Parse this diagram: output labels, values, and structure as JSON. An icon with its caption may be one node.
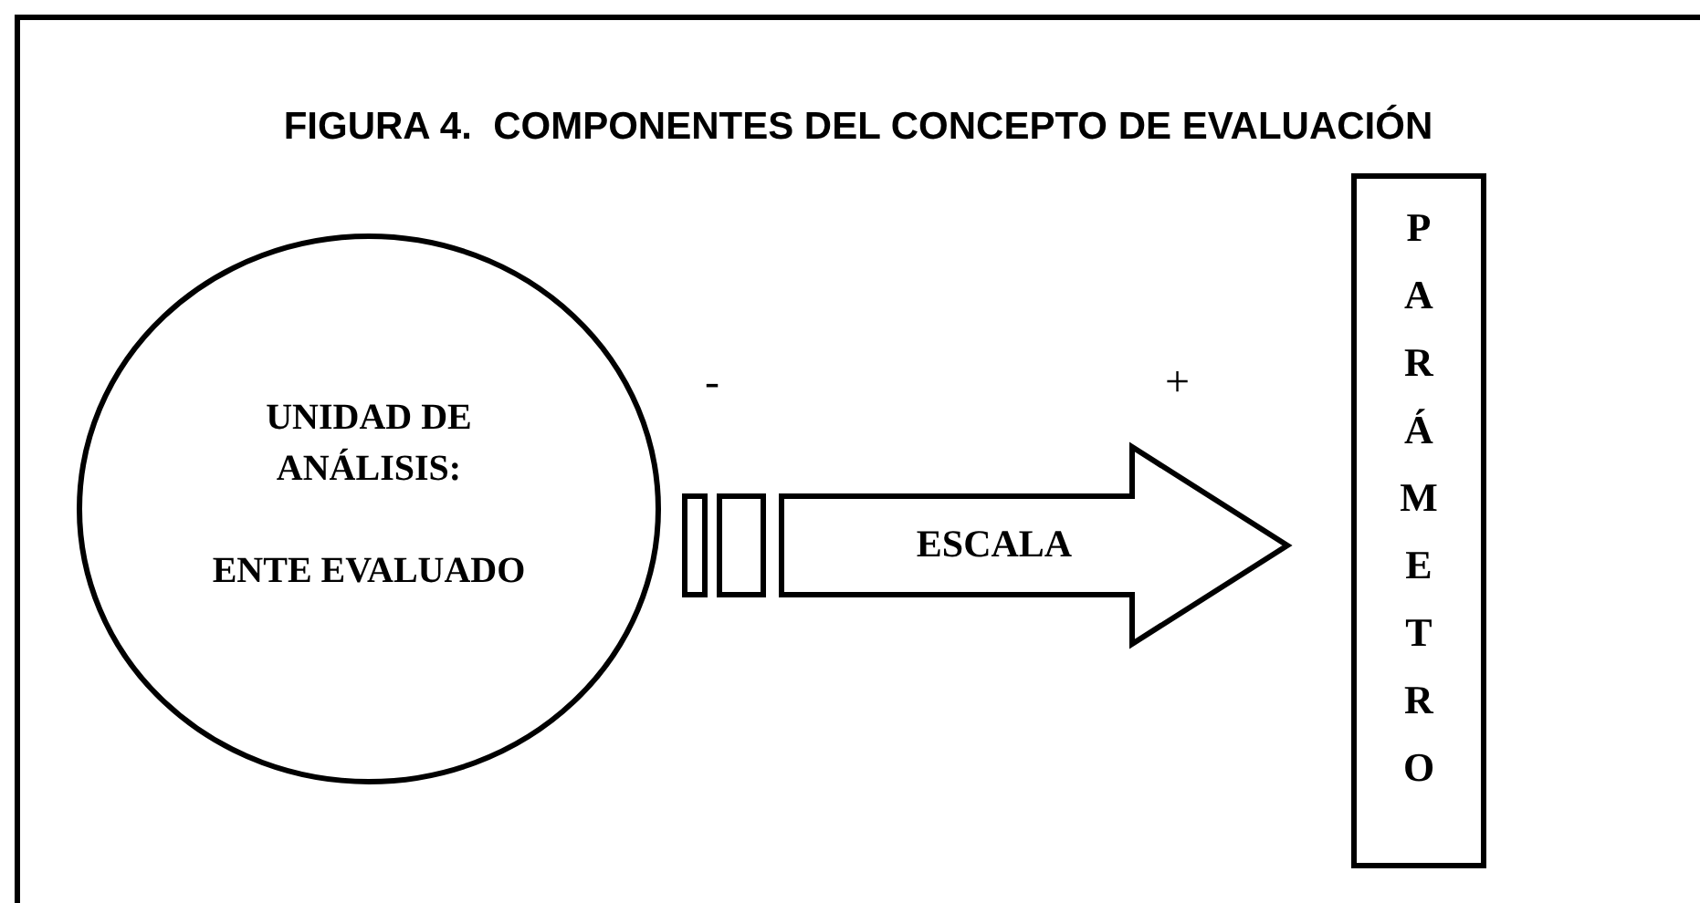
{
  "diagram": {
    "title": "FIGURA 4.  COMPONENTES DEL CONCEPTO DE EVALUACIÓN",
    "nodes": [
      {
        "text": [
          "UNIDAD DE ANÁLISIS:",
          "ENTE EVALUADO"
        ]
      },
      {
        "text": [
          "PARÁMETRO"
        ]
      }
    ],
    "edges": [
      {
        "from": 0,
        "to": 1,
        "arrow": "to",
        "label": "ESCALA",
        "style": "thick"
      }
    ],
    "labels": [
      "-",
      "+"
    ]
  }
}
